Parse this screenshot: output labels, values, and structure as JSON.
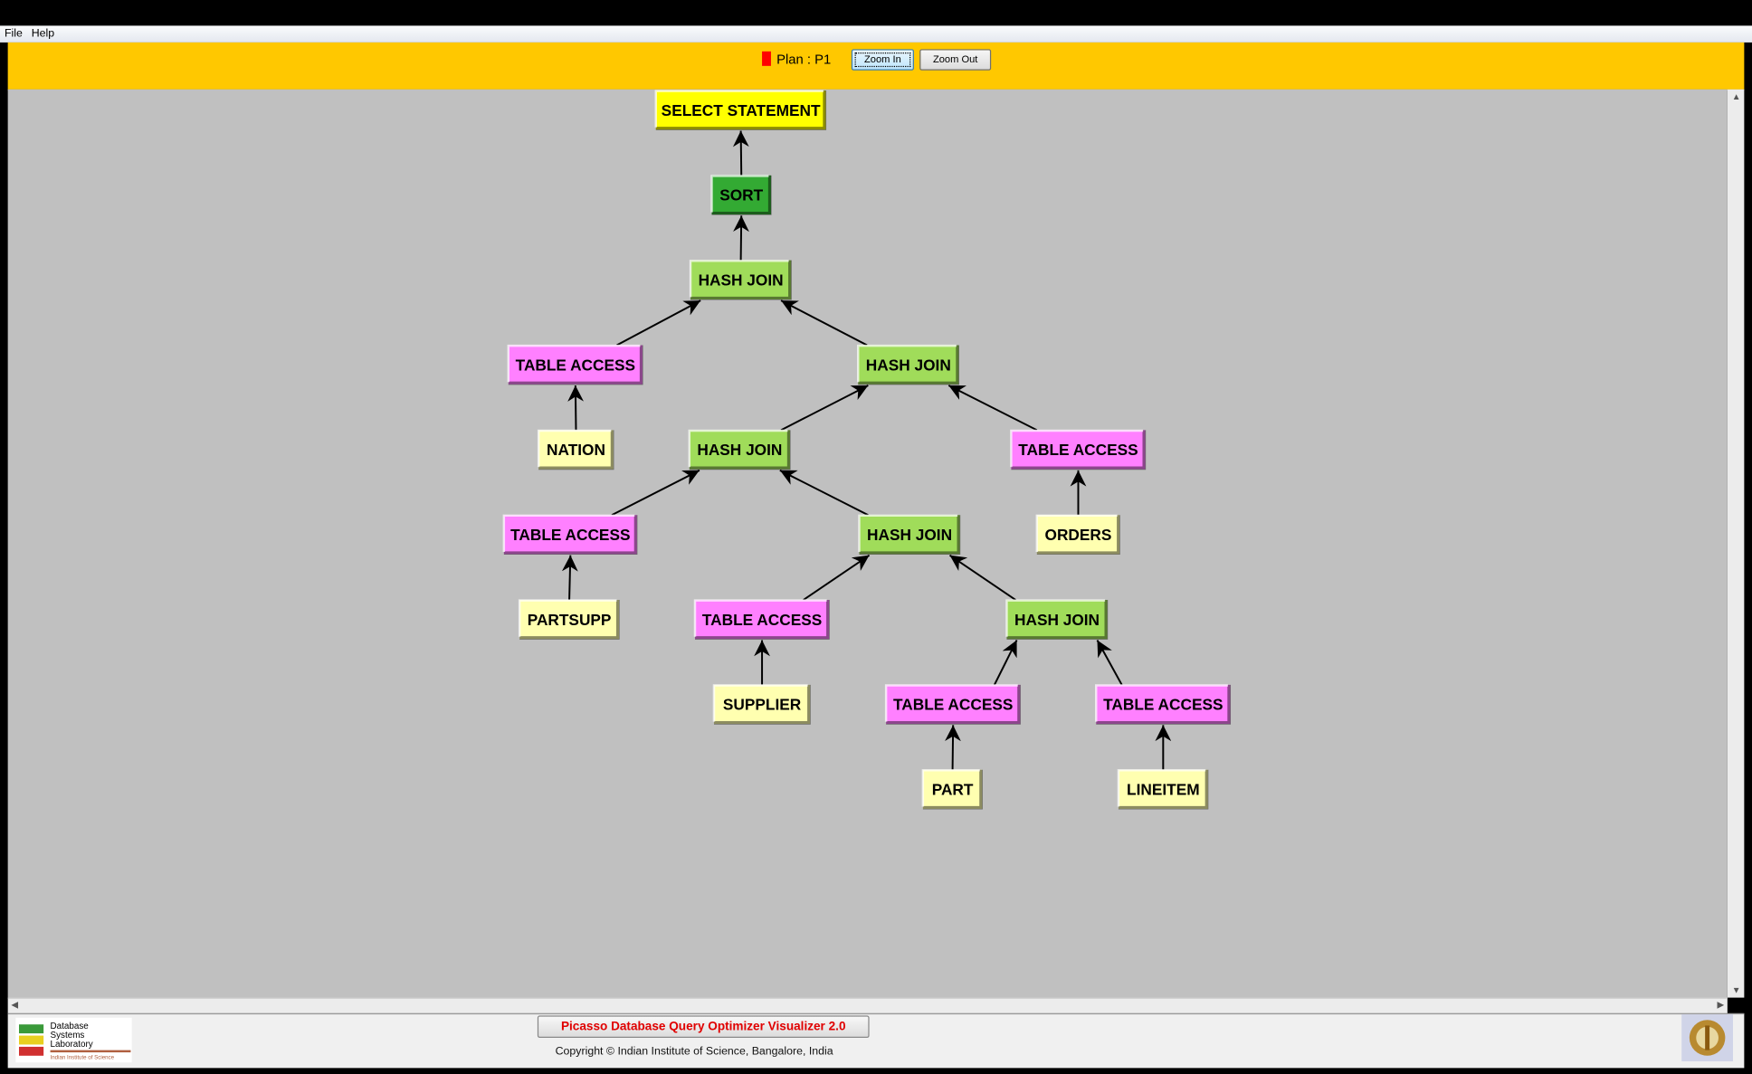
{
  "menu": {
    "items": [
      "File",
      "Help"
    ]
  },
  "toolbar": {
    "plan_label": "Plan : P1",
    "plan_color": "#FF0000",
    "zoom_in": "Zoom In",
    "zoom_out": "Zoom Out"
  },
  "colors": {
    "select": "#FFFF00",
    "sort": "#33AA33",
    "join": "#A0DC5A",
    "access": "#FF80FF",
    "table": "#FFFFB0",
    "background": "#C0C0C0",
    "toolbar": "#FFC800"
  },
  "plan_tree": {
    "nodes": [
      {
        "id": 0,
        "label": "SELECT STATEMENT",
        "kind": "select",
        "parent": null
      },
      {
        "id": 1,
        "label": "SORT",
        "kind": "sort",
        "parent": 0
      },
      {
        "id": 2,
        "label": "HASH JOIN",
        "kind": "join",
        "parent": 1
      },
      {
        "id": 3,
        "label": "TABLE ACCESS",
        "kind": "access",
        "parent": 2
      },
      {
        "id": 4,
        "label": "HASH JOIN",
        "kind": "join",
        "parent": 2
      },
      {
        "id": 5,
        "label": "NATION",
        "kind": "table",
        "parent": 3
      },
      {
        "id": 6,
        "label": "HASH JOIN",
        "kind": "join",
        "parent": 4
      },
      {
        "id": 7,
        "label": "TABLE ACCESS",
        "kind": "access",
        "parent": 4
      },
      {
        "id": 8,
        "label": "TABLE ACCESS",
        "kind": "access",
        "parent": 6
      },
      {
        "id": 9,
        "label": "HASH JOIN",
        "kind": "join",
        "parent": 6
      },
      {
        "id": 10,
        "label": "ORDERS",
        "kind": "table",
        "parent": 7
      },
      {
        "id": 11,
        "label": "PARTSUPP",
        "kind": "table",
        "parent": 8
      },
      {
        "id": 12,
        "label": "TABLE ACCESS",
        "kind": "access",
        "parent": 9
      },
      {
        "id": 13,
        "label": "HASH JOIN",
        "kind": "join",
        "parent": 9
      },
      {
        "id": 14,
        "label": "SUPPLIER",
        "kind": "table",
        "parent": 12
      },
      {
        "id": 15,
        "label": "TABLE ACCESS",
        "kind": "access",
        "parent": 13
      },
      {
        "id": 16,
        "label": "TABLE ACCESS",
        "kind": "access",
        "parent": 13
      },
      {
        "id": 17,
        "label": "PART",
        "kind": "table",
        "parent": 15
      },
      {
        "id": 18,
        "label": "LINEITEM",
        "kind": "table",
        "parent": 16
      }
    ]
  },
  "footer": {
    "app_title": "Picasso Database Query Optimizer Visualizer 2.0",
    "copyright": "Copyright © Indian Institute of Science, Bangalore, India",
    "logo_text": [
      "Database",
      "Systems",
      "Laboratory",
      "Indian Institute of Science"
    ]
  }
}
